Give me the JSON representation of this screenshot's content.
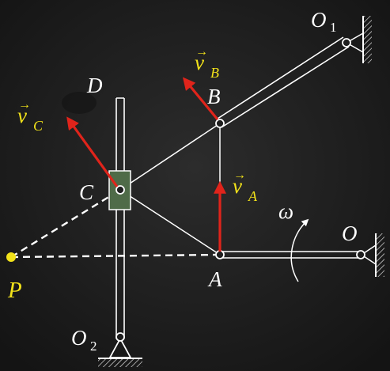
{
  "labels": {
    "D": "D",
    "B": "B",
    "C": "C",
    "A": "A",
    "O": "O",
    "O1": "O",
    "O1_sub": "1",
    "O2": "O",
    "O2_sub": "2",
    "P": "P",
    "omega": "ω",
    "vA": "v",
    "vA_sub": "A",
    "vB": "v",
    "vB_sub": "B",
    "vC": "v",
    "vC_sub": "C",
    "arrow": "→"
  },
  "colors": {
    "board": "#1e1e1e",
    "link": "#ffffff",
    "velocity": "#e0241b",
    "pole": "#f2e21a",
    "slider": "#4f6b48",
    "velocity_label": "#f2e21a"
  }
}
